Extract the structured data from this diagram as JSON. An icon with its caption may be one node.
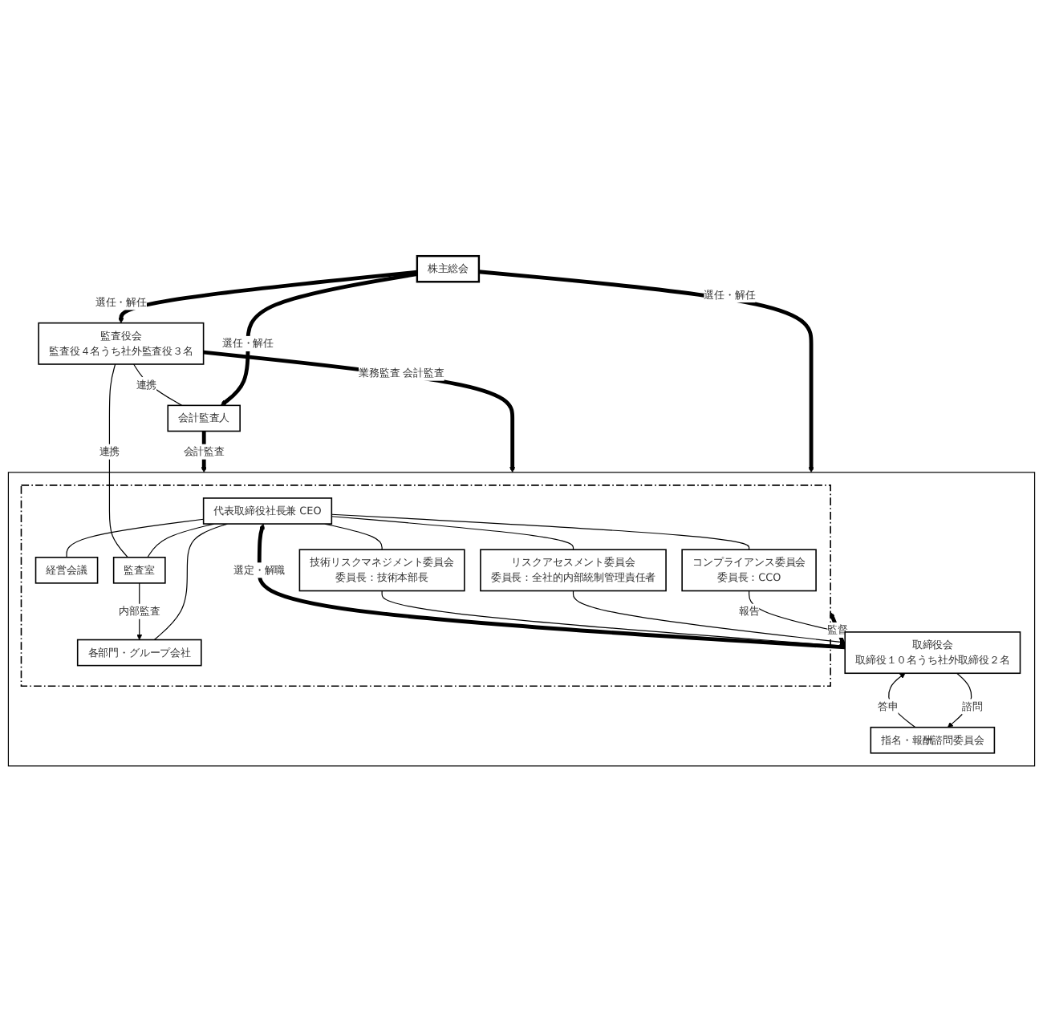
{
  "diagram": {
    "nodes": [
      {
        "text": [
          "株主総会"
        ]
      },
      {
        "text": [
          "監査役会",
          "監査役４名うち社外監査役３名"
        ]
      },
      {
        "text": [],
        "shape": "box"
      },
      {
        "text": [
          "指名・報酬諮問委員会"
        ],
        "in": 2
      },
      {
        "text": [
          "取締役会",
          "取締役１０名うち社外取締役２名"
        ],
        "in": 2
      },
      {
        "text": [],
        "shape": "box",
        "in": 2
      },
      {
        "text": [
          "代表取締役社長兼 CEO"
        ],
        "in": 5
      },
      {
        "text": [
          "経営会議"
        ],
        "in": 5
      },
      {
        "text": [
          "コンプライアンス委員会",
          "委員長：CCO"
        ],
        "in": 5
      },
      {
        "text": [
          "リスクアセスメント委員会",
          "委員長：全社的内部統制管理責任者"
        ],
        "in": 5
      },
      {
        "text": [
          "技術リスクマネジメント委員会",
          "委員長：技術本部長"
        ],
        "in": 5
      },
      {
        "text": [
          "監査室"
        ],
        "in": 5
      },
      {
        "text": [
          "各部門・グループ会社"
        ],
        "in": 5
      },
      {
        "text": [
          "会計監査人"
        ]
      }
    ],
    "edges": [
      {
        "from": 0,
        "to": 1,
        "arrow": "to",
        "label": "選任・解任",
        "style": "thick"
      },
      {
        "from": 0,
        "to": 2,
        "arrow": "to",
        "label": "選任・解任",
        "style": "thick"
      },
      {
        "from": 0,
        "to": 13,
        "arrow": "to",
        "label": "選任・解任",
        "style": "thick"
      },
      {
        "from": 4,
        "to": 6,
        "arrow": "to",
        "label": "選定・解職",
        "style": "thick"
      },
      {
        "from": 4,
        "to": 5,
        "arrow": "to",
        "label": "監督",
        "style": "thick"
      },
      {
        "from": 3,
        "to": 4,
        "arrow": "to",
        "label": "答申"
      },
      {
        "from": 4,
        "to": 3,
        "arrow": "to",
        "label": "諮問"
      },
      {
        "from": 6,
        "to": 7,
        "arrow": "none"
      },
      {
        "from": 6,
        "to": 8,
        "arrow": "none"
      },
      {
        "from": 6,
        "to": 9,
        "arrow": "none"
      },
      {
        "from": 6,
        "to": 10,
        "arrow": "none"
      },
      {
        "from": 6,
        "to": 11,
        "arrow": "none"
      },
      {
        "from": 6,
        "to": 12,
        "arrow": "none"
      },
      {
        "from": 11,
        "to": 12,
        "arrow": "to",
        "label": "内部監査"
      },
      {
        "from": 1,
        "to": 2,
        "arrow": "to",
        "label": "業務監査 会計監査",
        "style": "thick"
      },
      {
        "from": 13,
        "to": 2,
        "arrow": "to",
        "label": "会計監査",
        "style": "thick"
      },
      {
        "from": 1,
        "to": 11,
        "arrow": "none",
        "label": "連携"
      },
      {
        "from": 1,
        "to": 13,
        "arrow": "none",
        "label": "連携"
      },
      {
        "from": 8,
        "to": 4,
        "arrow": "to",
        "label": "報告"
      },
      {
        "from": 9,
        "to": 4,
        "arrow": "to"
      },
      {
        "from": 10,
        "to": 4,
        "arrow": "to"
      }
    ]
  }
}
